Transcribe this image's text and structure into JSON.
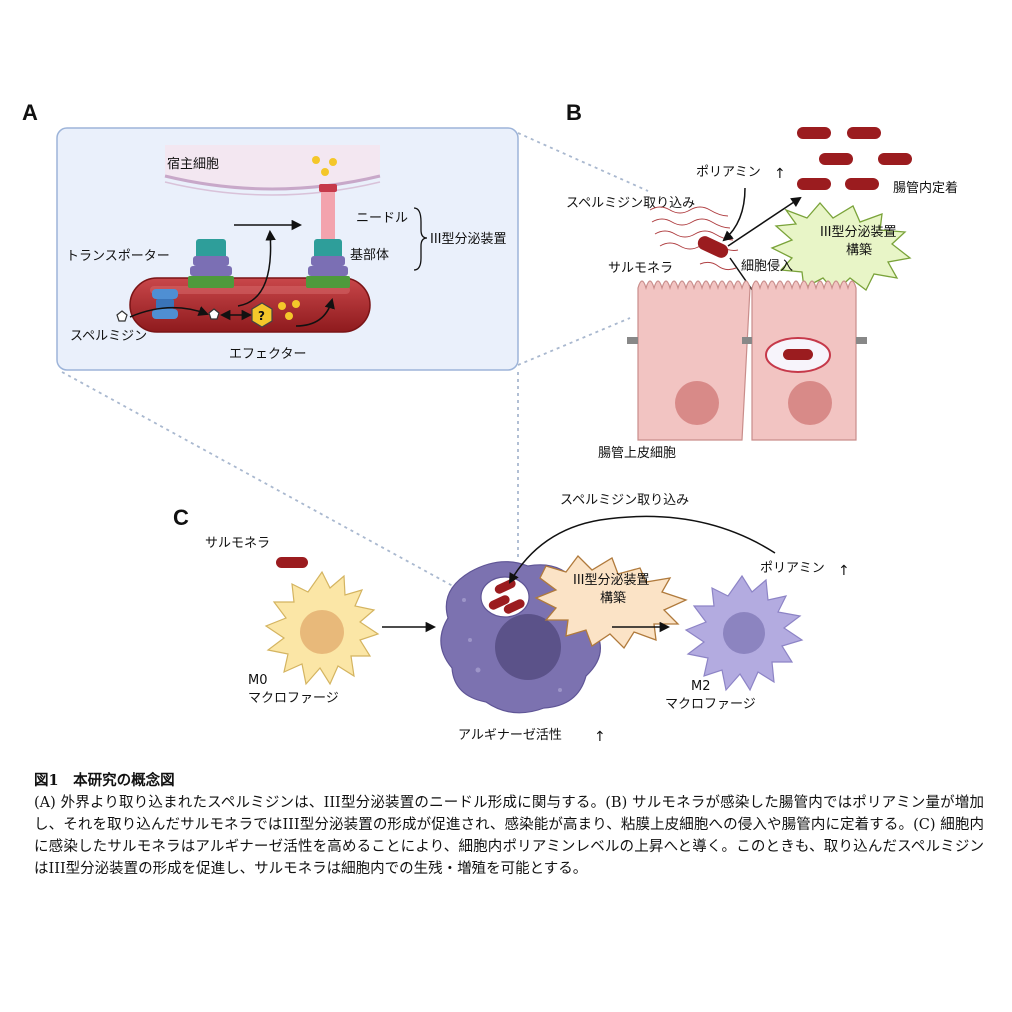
{
  "panels": {
    "a": {
      "letter": "A",
      "host_cell": "宿主細胞",
      "needle": "ニードル",
      "base_body": "基部体",
      "t3ss": "III型分泌装置",
      "transporter": "トランスポーター",
      "spermidine": "スペルミジン",
      "effector": "エフェクター",
      "question_mark": "?"
    },
    "b": {
      "letter": "B",
      "polyamine": "ポリアミン",
      "up_arrow": "↑",
      "spermidine_uptake": "スペルミジン取り込み",
      "salmonella": "サルモネラ",
      "intestinal_colonization": "腸管内定着",
      "t3ss_line1": "III型分泌装置",
      "t3ss_line2": "構築",
      "cell_invasion": "細胞侵入",
      "epithelial_cell": "腸管上皮細胞"
    },
    "c": {
      "letter": "C",
      "salmonella": "サルモネラ",
      "spermidine_uptake": "スペルミジン取り込み",
      "t3ss_line1": "III型分泌装置",
      "t3ss_line2": "構築",
      "polyamine": "ポリアミン",
      "up_arrow": "↑",
      "m0_line1": "M0",
      "m0_line2": "マクロファージ",
      "m2_line1": "M2",
      "m2_line2": "マクロファージ",
      "arginase": "アルギナーゼ活性",
      "arginase_arrow": "↑"
    }
  },
  "caption": {
    "title": "図1　本研究の概念図",
    "body": "(A) 外界より取り込まれたスペルミジンは、III型分泌装置のニードル形成に関与する。(B) サルモネラが感染した腸管内ではポリアミン量が増加し、それを取り込んだサルモネラではIII型分泌装置の形成が促進され、感染能が高まり、粘膜上皮細胞への侵入や腸管内に定着する。(C) 細胞内に感染したサルモネラはアルギナーゼ活性を高めることにより、細胞内ポリアミンレベルの上昇へと導く。このときも、取り込んだスペルミジンはIII型分泌装置の形成を促進し、サルモネラは細胞内での生残・増殖を可能とする。"
  },
  "colors": {
    "bacterium": "#9b1c1f",
    "bacterium_light": "#c0393c",
    "panel_box": "#eaf0fb",
    "panel_border": "#9db4d9",
    "t3ss_teal": "#2e9e9a",
    "t3ss_purple": "#7b6fb4",
    "t3ss_green": "#4e9a3c",
    "needle_pink": "#f3a3ad",
    "transporter_blue": "#4f8fd3",
    "epithelium": "#f2c4c2",
    "nucleus": "#d88a88",
    "burst_green": "#e8f5c7",
    "burst_orange": "#fbe3c6",
    "m0": "#fbe6a6",
    "infected_macrophage": "#7c72b0",
    "m2": "#b3abe0"
  }
}
